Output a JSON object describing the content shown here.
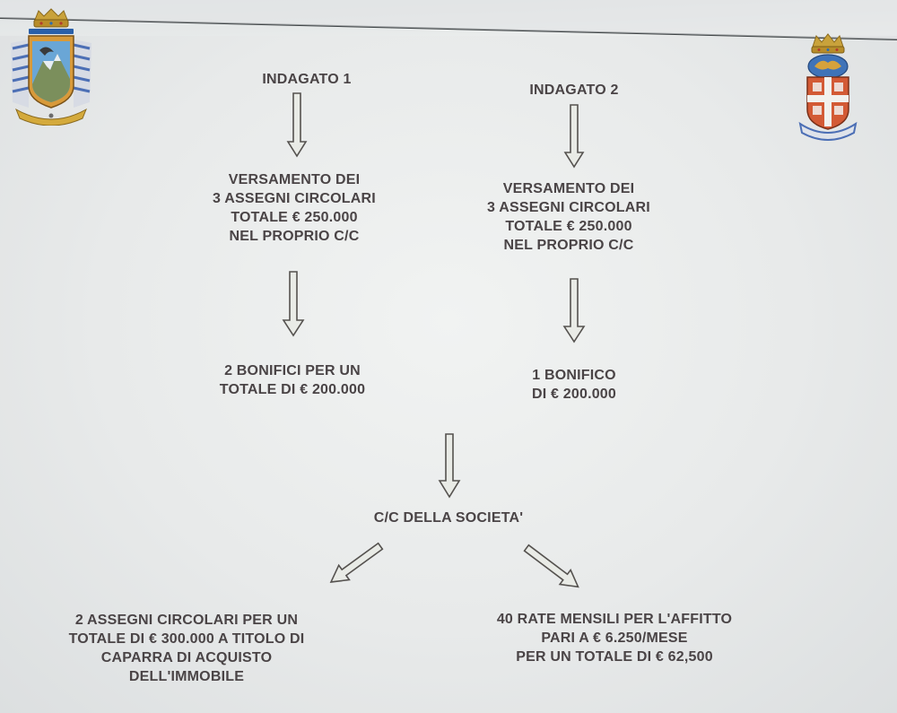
{
  "colors": {
    "text": "#4a4446",
    "arrow_fill": "#e9ebe6",
    "arrow_stroke": "#55524f"
  },
  "logos": {
    "left": "guardia-di-finanza-emblem-icon",
    "right": "carabinieri-emblem-icon"
  },
  "flow": {
    "indagato_1": {
      "title": "INDAGATO 1",
      "deposit": [
        "VERSAMENTO DEI",
        "3 ASSEGNI CIRCOLARI",
        "TOTALE € 250.000",
        "NEL PROPRIO C/C"
      ],
      "transfer": [
        "2 BONIFICI PER UN",
        "TOTALE DI € 200.000"
      ]
    },
    "indagato_2": {
      "title": "INDAGATO 2",
      "deposit": [
        "VERSAMENTO DEI",
        "3 ASSEGNI CIRCOLARI",
        "TOTALE € 250.000",
        "NEL PROPRIO C/C"
      ],
      "transfer": [
        "1 BONIFICO",
        "DI € 200.000"
      ]
    },
    "company_account": "C/C DELLA SOCIETA'",
    "outcome_left": [
      "2 ASSEGNI CIRCOLARI PER UN",
      "TOTALE DI € 300.000 A TITOLO DI",
      "CAPARRA DI ACQUISTO",
      "DELL'IMMOBILE"
    ],
    "outcome_right": [
      "40 RATE MENSILI PER L'AFFITTO",
      "PARI A € 6.250/MESE",
      "PER UN TOTALE DI € 62,500"
    ]
  }
}
